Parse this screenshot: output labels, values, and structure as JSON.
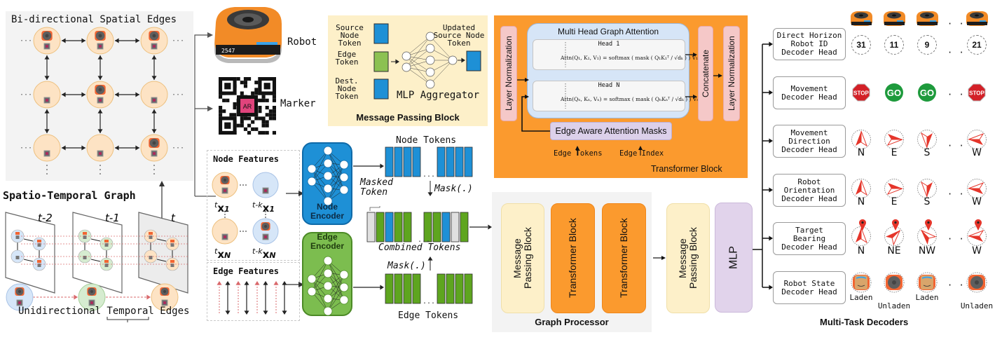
{
  "spatial_graph": {
    "title": "Bi-directional Spatial Edges",
    "grid_rows": 3,
    "grid_cols": 3,
    "robot_nodes": [
      [
        0,
        0
      ],
      [
        0,
        1
      ],
      [
        0,
        2
      ],
      [
        1,
        1
      ],
      [
        2,
        2
      ]
    ]
  },
  "spatio_temporal": {
    "title": "Spatio-Temporal Graph",
    "frames": [
      {
        "label": "t-2",
        "color": "#d6e6f8"
      },
      {
        "label": "t-1",
        "color": "#d6ecd0"
      },
      {
        "label": "t",
        "color": "#fde3c4"
      }
    ],
    "temporal_edges_label": "Unidirectional Temporal Edges"
  },
  "inputs": {
    "robot_label": "Robot",
    "robot_id_text": "2547",
    "marker_label": "Marker",
    "marker_badge": "AR"
  },
  "node_features": {
    "title": "Node Features",
    "labels": [
      {
        "sup": "t",
        "base": "x",
        "sub": "1"
      },
      {
        "sup": "t-k",
        "base": "x",
        "sub": "1"
      },
      {
        "sup": "t",
        "base": "x",
        "sub": "N"
      },
      {
        "sup": "t-k",
        "base": "x",
        "sub": "N"
      }
    ]
  },
  "edge_features": {
    "title": "Edge Features"
  },
  "encoders": {
    "node": "Node\nEncoder",
    "edge": "Edge\nEncoder"
  },
  "tokens": {
    "node_tokens": "Node Tokens",
    "edge_tokens": "Edge Tokens",
    "combined_tokens": "Combined Tokens",
    "masked_token": "Masked\nToken",
    "mask_op": "Mask(.)",
    "combined_sequence": [
      "masked",
      "edge",
      "node",
      "edge",
      "edge",
      "gap",
      "edge",
      "edge",
      "node",
      "masked",
      "edge"
    ],
    "colors": {
      "node": "#1e90d6",
      "edge": "#5ea51f",
      "masked": "#e0e0e0"
    }
  },
  "message_passing": {
    "title": "Message Passing Block",
    "source": "Source\nNode\nToken",
    "edge": "Edge\nToken",
    "dest": "Dest.\nNode\nToken",
    "updated": "Updated\nSource Node\nToken",
    "aggregator": "MLP Aggregator"
  },
  "transformer": {
    "title": "Transformer Block",
    "layer_norm": "Layer Normalization",
    "concatenate": "Concatenate",
    "mhga_title": "Multi Head Graph Attention",
    "head1_title": "Head 1",
    "headN_title": "Head N",
    "head1_formula": "Attn(Q₁, K₁, V₁) = softmax ( mask ( Q₁K₁ᵀ / √dₖ ) ) V₁",
    "headN_formula": "Attn(Qₙ, Kₙ, Vₙ) = softmax ( mask ( QₙKₙᵀ / √dₖ ) ) Vₙ",
    "edge_mask": "Edge Aware Attention Masks",
    "edge_tokens": "Edge Tokens",
    "edge_index": "Edge Index"
  },
  "graph_processor": {
    "title": "Graph Processor",
    "blocks": [
      "Message\nPassing Block",
      "Transformer Block",
      "Transformer Block"
    ],
    "post_block": "Message\nPassing Block",
    "mlp": "MLP"
  },
  "decoders": {
    "title": "Multi-Task Decoders",
    "heads": [
      "Direct Horizon\nRobot ID\nDecoder Head",
      "Movement\nDecoder Head",
      "Movement\nDirection\nDecoder Head",
      "Robot\nOrientation\nDecoder Head",
      "Target\nBearing\nDecoder Head",
      "Robot State\nDecoder Head"
    ],
    "robot_ids": [
      "31",
      "11",
      "9",
      "21"
    ],
    "movement": [
      "STOP",
      "GO",
      "GO",
      "STOP"
    ],
    "movement_direction": [
      "N",
      "E",
      "S",
      "W"
    ],
    "robot_orientation": [
      "N",
      "E",
      "S",
      "W"
    ],
    "target_bearing": [
      "N",
      "NE",
      "NW",
      "W"
    ],
    "robot_state": [
      "Laden",
      "Unladen",
      "Laden",
      "Unladen"
    ],
    "ellipsis": "· · ·"
  },
  "colors": {
    "orange": "#fb9a2e",
    "cream": "#fdf0c9",
    "node_blue": "#1e90d6",
    "edge_green": "#7cbd4f",
    "mlp_purple": "#e1d3eb",
    "compass_red": "#e5352a",
    "stop_red": "#d32027",
    "go_green": "#1e9a3c"
  }
}
